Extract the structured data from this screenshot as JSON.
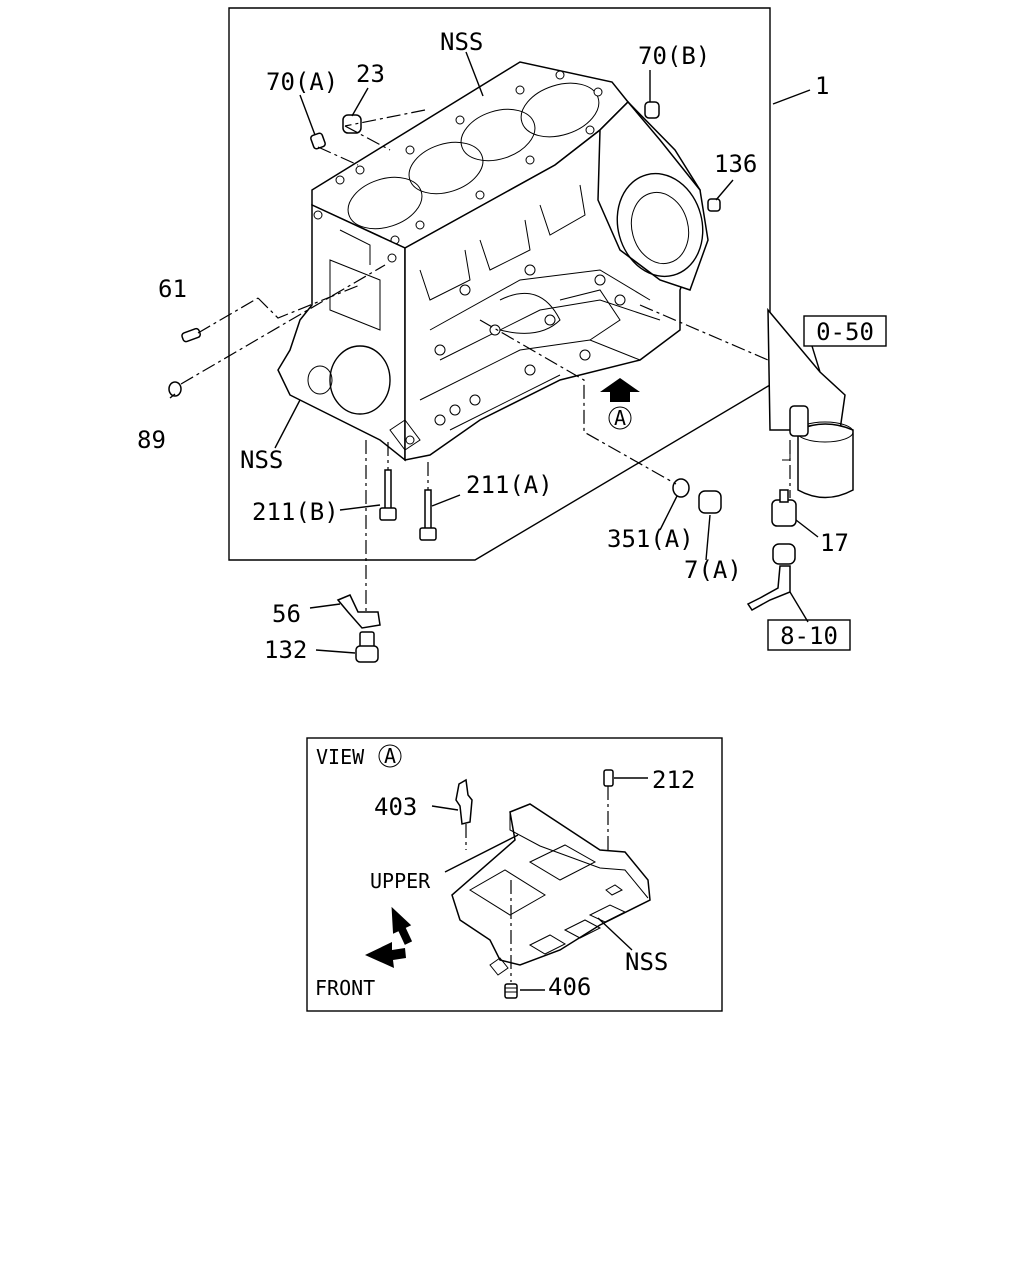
{
  "main_callouts": {
    "nss_top": "NSS",
    "c70a": "70(A)",
    "c23": "23",
    "c70b": "70(B)",
    "c1": "1",
    "c136": "136",
    "c61": "61",
    "c89": "89",
    "nss_left": "NSS",
    "c211b": "211(B)",
    "c211a": "211(A)",
    "c351a": "351(A)",
    "c7a": "7(A)",
    "c17": "17",
    "c56": "56",
    "c132": "132",
    "view_marker": "A"
  },
  "ref_boxes": {
    "oil_filter_ref": "0-50",
    "pipe_ref": "8-10"
  },
  "view_a": {
    "title": "VIEW",
    "marker": "A",
    "c403": "403",
    "c212": "212",
    "upper": "UPPER",
    "front": "FRONT",
    "nss": "NSS",
    "c406": "406"
  },
  "colors": {
    "ink": "#000000",
    "paper": "#ffffff"
  }
}
